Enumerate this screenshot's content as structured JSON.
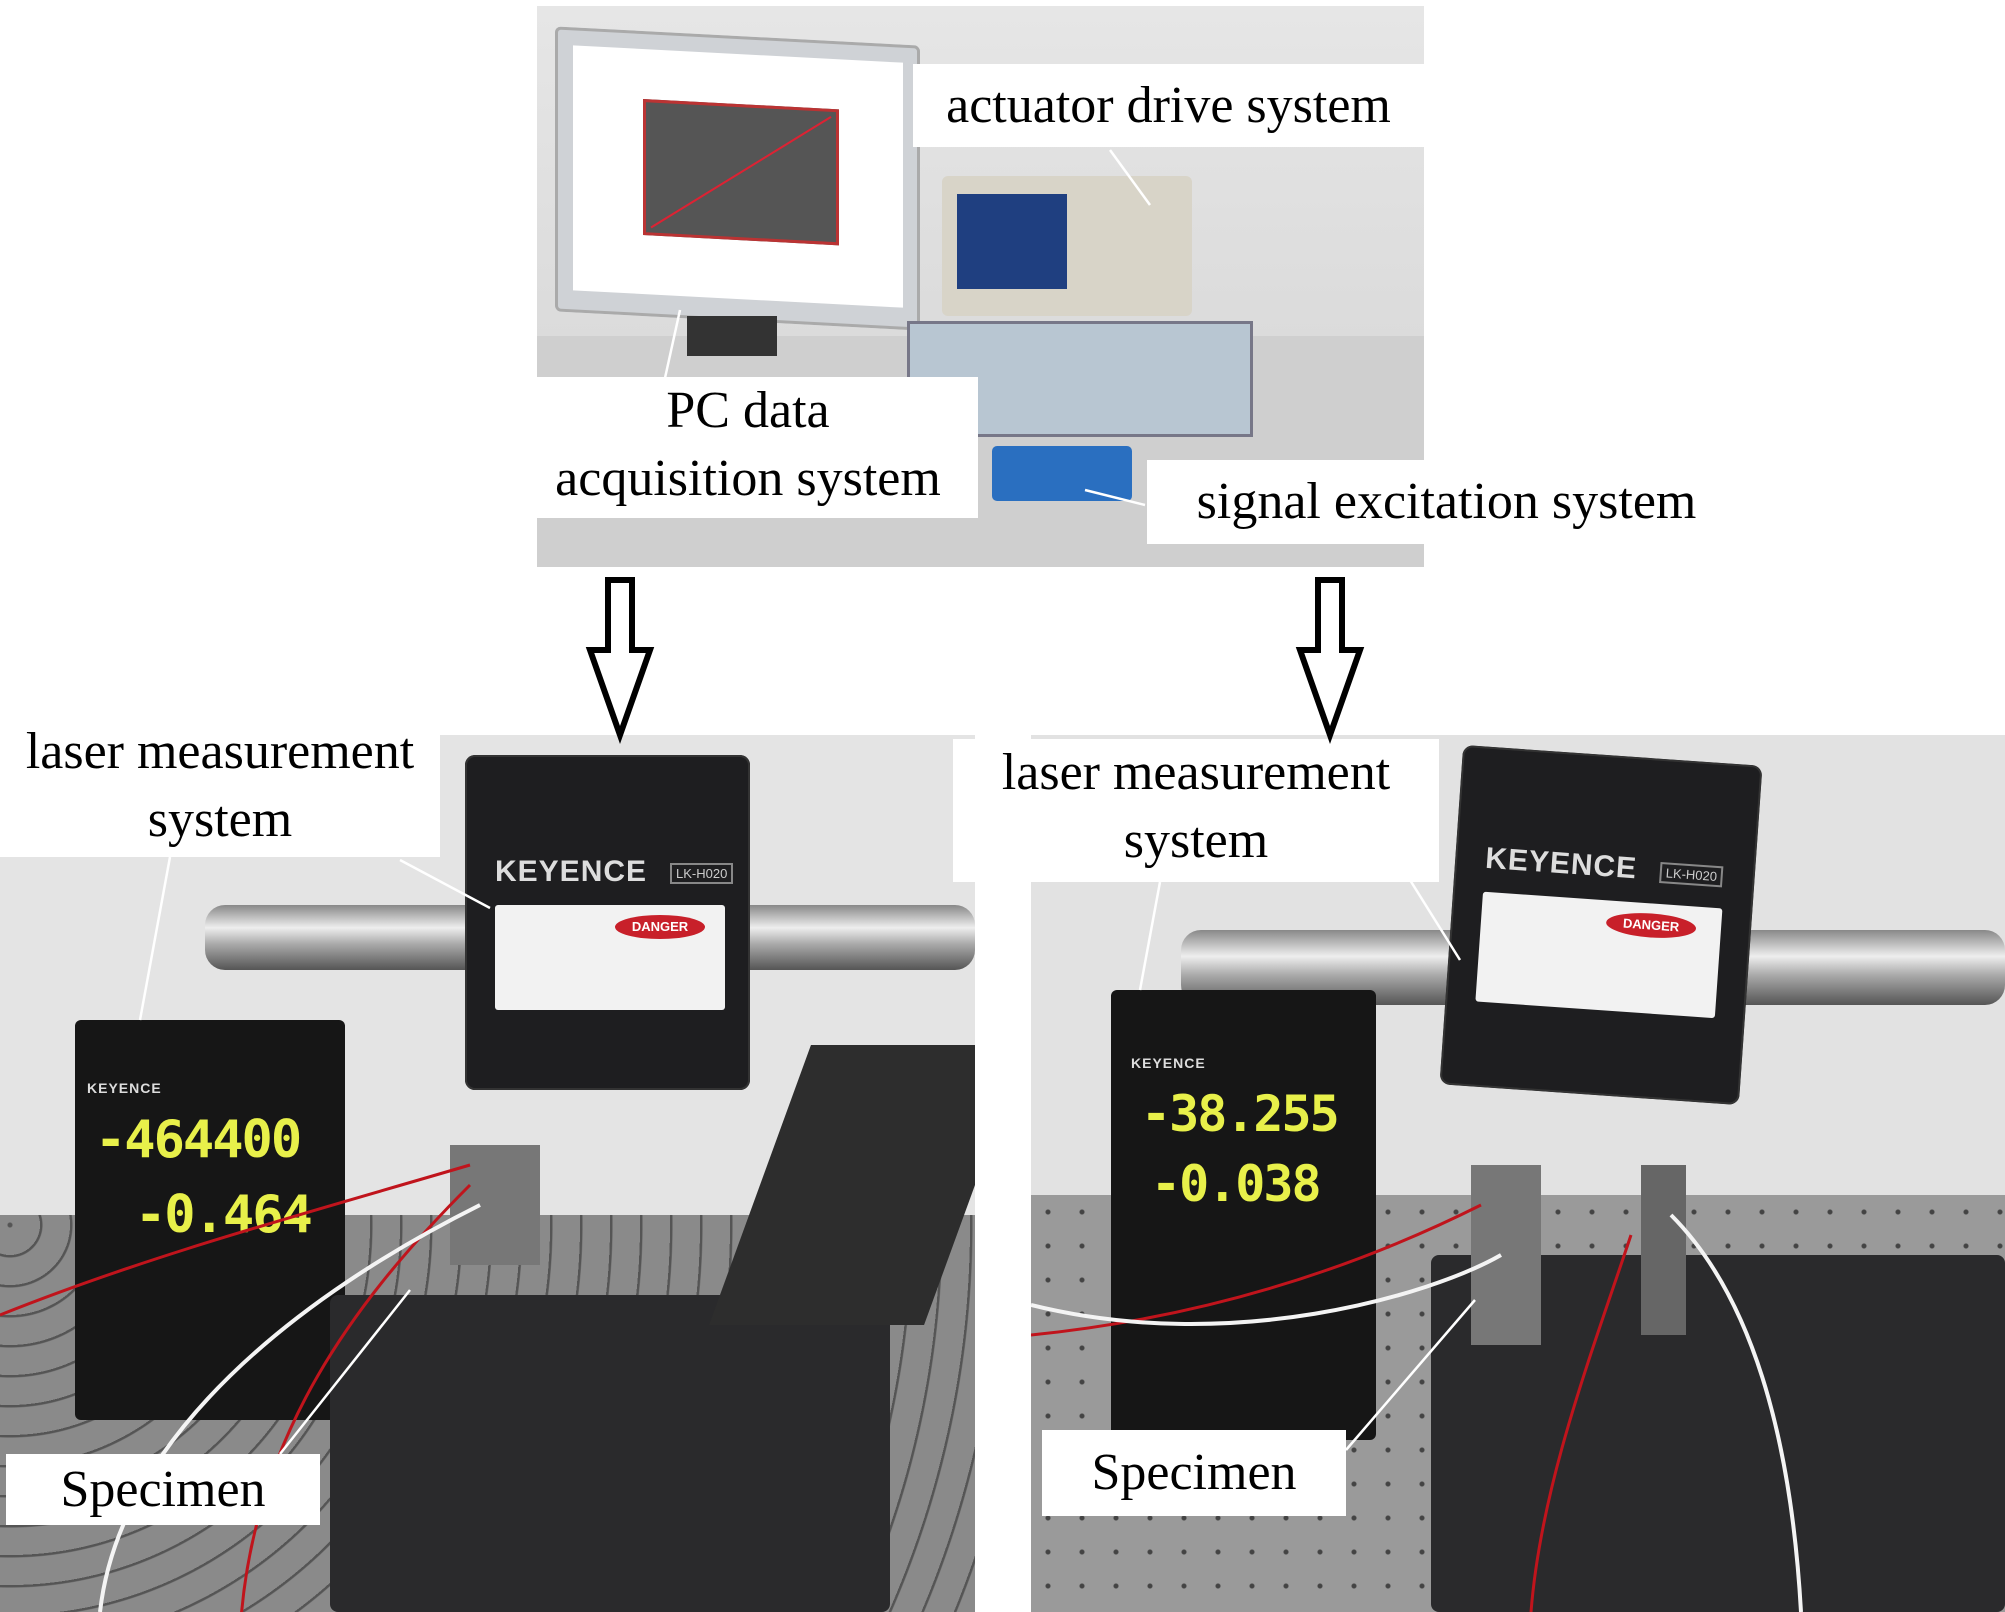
{
  "labels": {
    "actuator": "actuator drive system",
    "pc_line1": "PC data",
    "pc_line2": "acquisition system",
    "signal": "signal excitation system",
    "laser_left_line1": "laser measurement",
    "laser_left_line2": "system",
    "laser_right_line1": "laser measurement",
    "laser_right_line2": "system",
    "specimen_left": "Specimen",
    "specimen_right": "Specimen"
  },
  "devices": {
    "sensor_brand": "KEYENCE",
    "sensor_model": "LK-H020",
    "danger_label": "DANGER",
    "controller_brand": "KEYENCE"
  },
  "readouts": {
    "left_top": "-464400",
    "left_bottom": "-0.464",
    "right_top": "-38.255",
    "right_bottom": "-0.038"
  },
  "colors": {
    "lcd": "#e8f04a",
    "danger": "#c8202a",
    "wire_red": "#c0141c"
  }
}
